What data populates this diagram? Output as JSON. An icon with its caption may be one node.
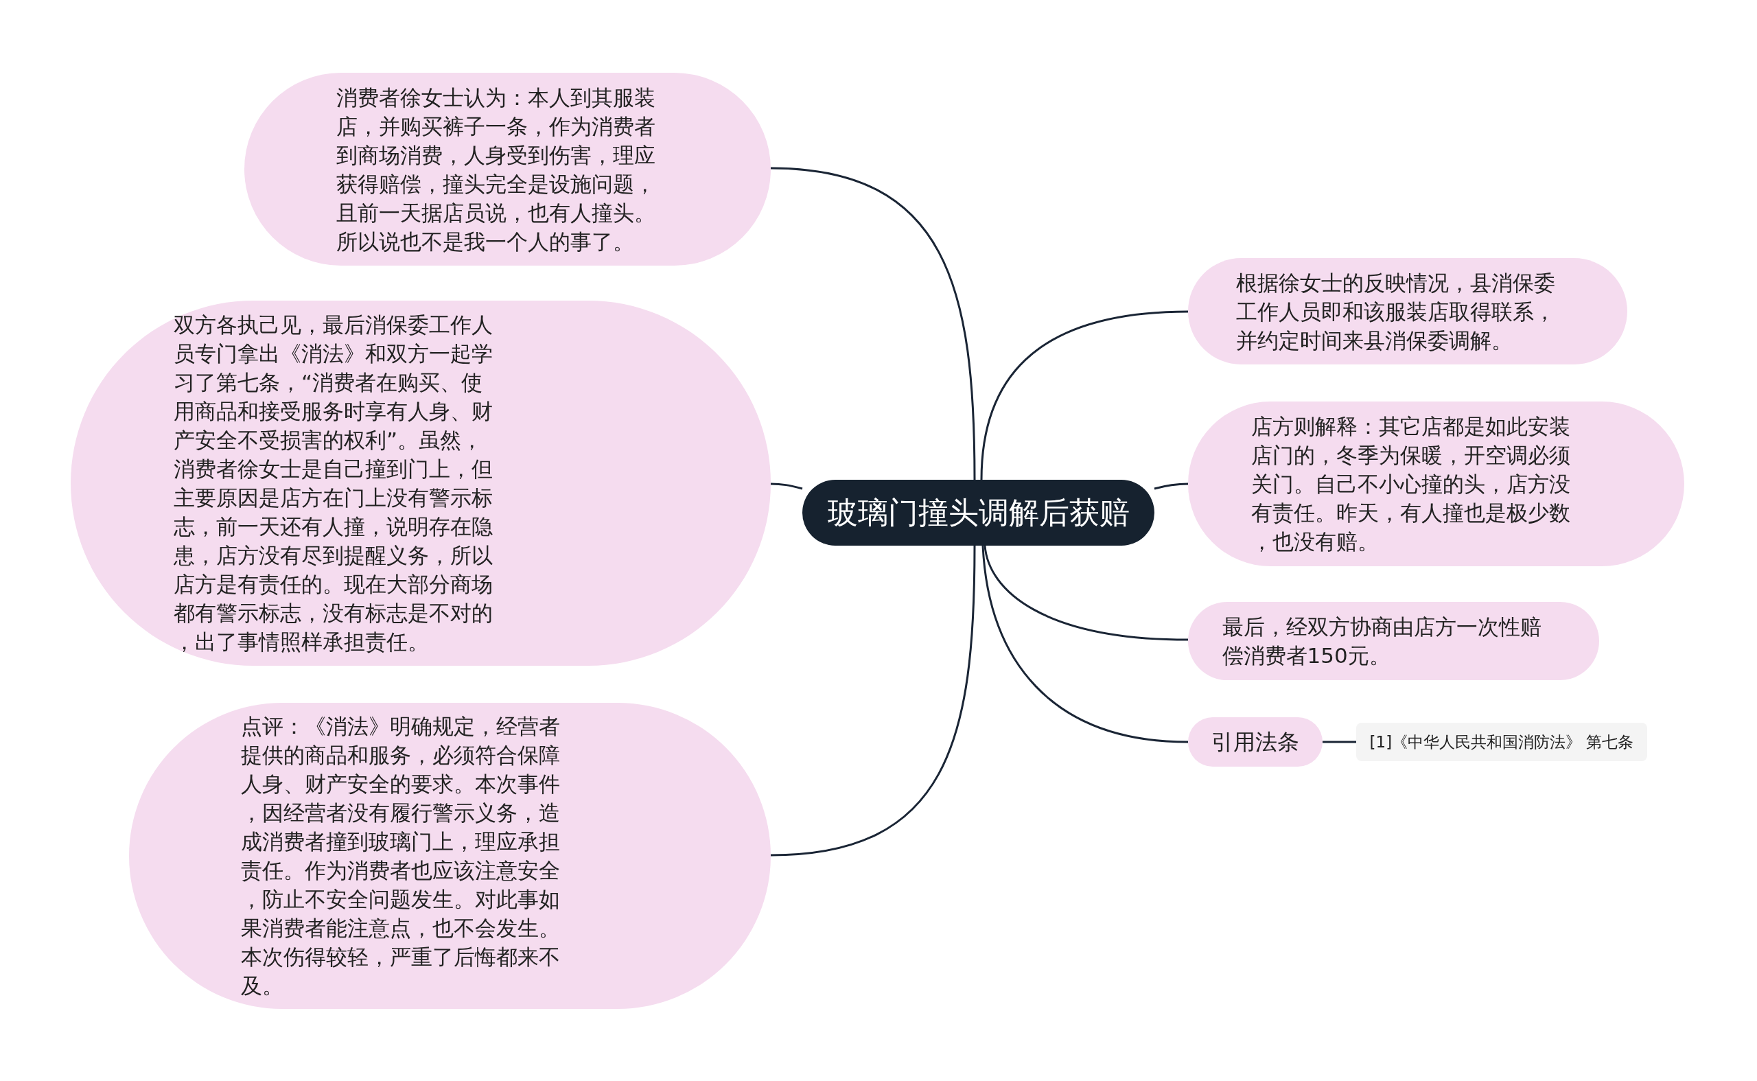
{
  "diagram": {
    "nodes": [
      {
        "text": [
          "玻璃门撞头调解后获赔"
        ]
      },
      {
        "text": [
          "消费者徐女士认为：本人到其服装店，并购买裤子一条，作为消费者到商场消费，人身受到伤害，理应获得赔偿，撞头完全是设施问题，且前一天据店员说，也有人撞头。所以说也不是我一个人的事了。"
        ]
      },
      {
        "text": [
          "双方各执己见，最后消保委工作人员专门拿出《消法》和双方一起学习了第七条，“消费者在购买、使用商品和接受服务时享有人身、财产安全不受损害的权利”。虽然，消费者徐女士是自己撞到门上，但主要原因是店方在门上没有警示标志，前一天还有人撞，说明存在隐患，店方没有尽到提醒义务，所以店方是有责任的。现在大部分商场都有警示标志，没有标志是不对的，出了事情照样承担责任。"
        ]
      },
      {
        "text": [
          "点评：《消法》明确规定，经营者提供的商品和服务，必须符合保障人身、财产安全的要求。本次事件，因经营者没有履行警示义务，造成消费者撞到玻璃门上，理应承担责任。作为消费者也应该注意安全，防止不安全问题发生。对此事如果消费者能注意点，也不会发生。本次伤得较轻，严重了后悔都来不及。"
        ]
      },
      {
        "text": [
          "根据徐女士的反映情况，县消保委工作人员即和该服装店取得联系，并约定时间来县消保委调解。"
        ]
      },
      {
        "text": [
          "店方则解释：其它店都是如此安装店门的，冬季为保暖，开空调必须关门。自己不小心撞的头，店方没有责任。昨天，有人撞也是极少数，也没有赔。"
        ]
      },
      {
        "text": [
          "最后，经双方协商由店方一次性赔偿消费者150元。"
        ]
      },
      {
        "text": [
          "引用法条"
        ]
      },
      {
        "text": [
          "[1]《中华人民共和国消防法》 第七条"
        ]
      }
    ],
    "edges": [
      {
        "from": 0,
        "to": 1,
        "arrow": "none"
      },
      {
        "from": 0,
        "to": 2,
        "arrow": "none"
      },
      {
        "from": 0,
        "to": 3,
        "arrow": "none"
      },
      {
        "from": 0,
        "to": 4,
        "arrow": "none"
      },
      {
        "from": 0,
        "to": 5,
        "arrow": "none"
      },
      {
        "from": 0,
        "to": 6,
        "arrow": "none"
      },
      {
        "from": 0,
        "to": 7,
        "arrow": "none"
      },
      {
        "from": 7,
        "to": 8,
        "arrow": "none"
      }
    ]
  }
}
